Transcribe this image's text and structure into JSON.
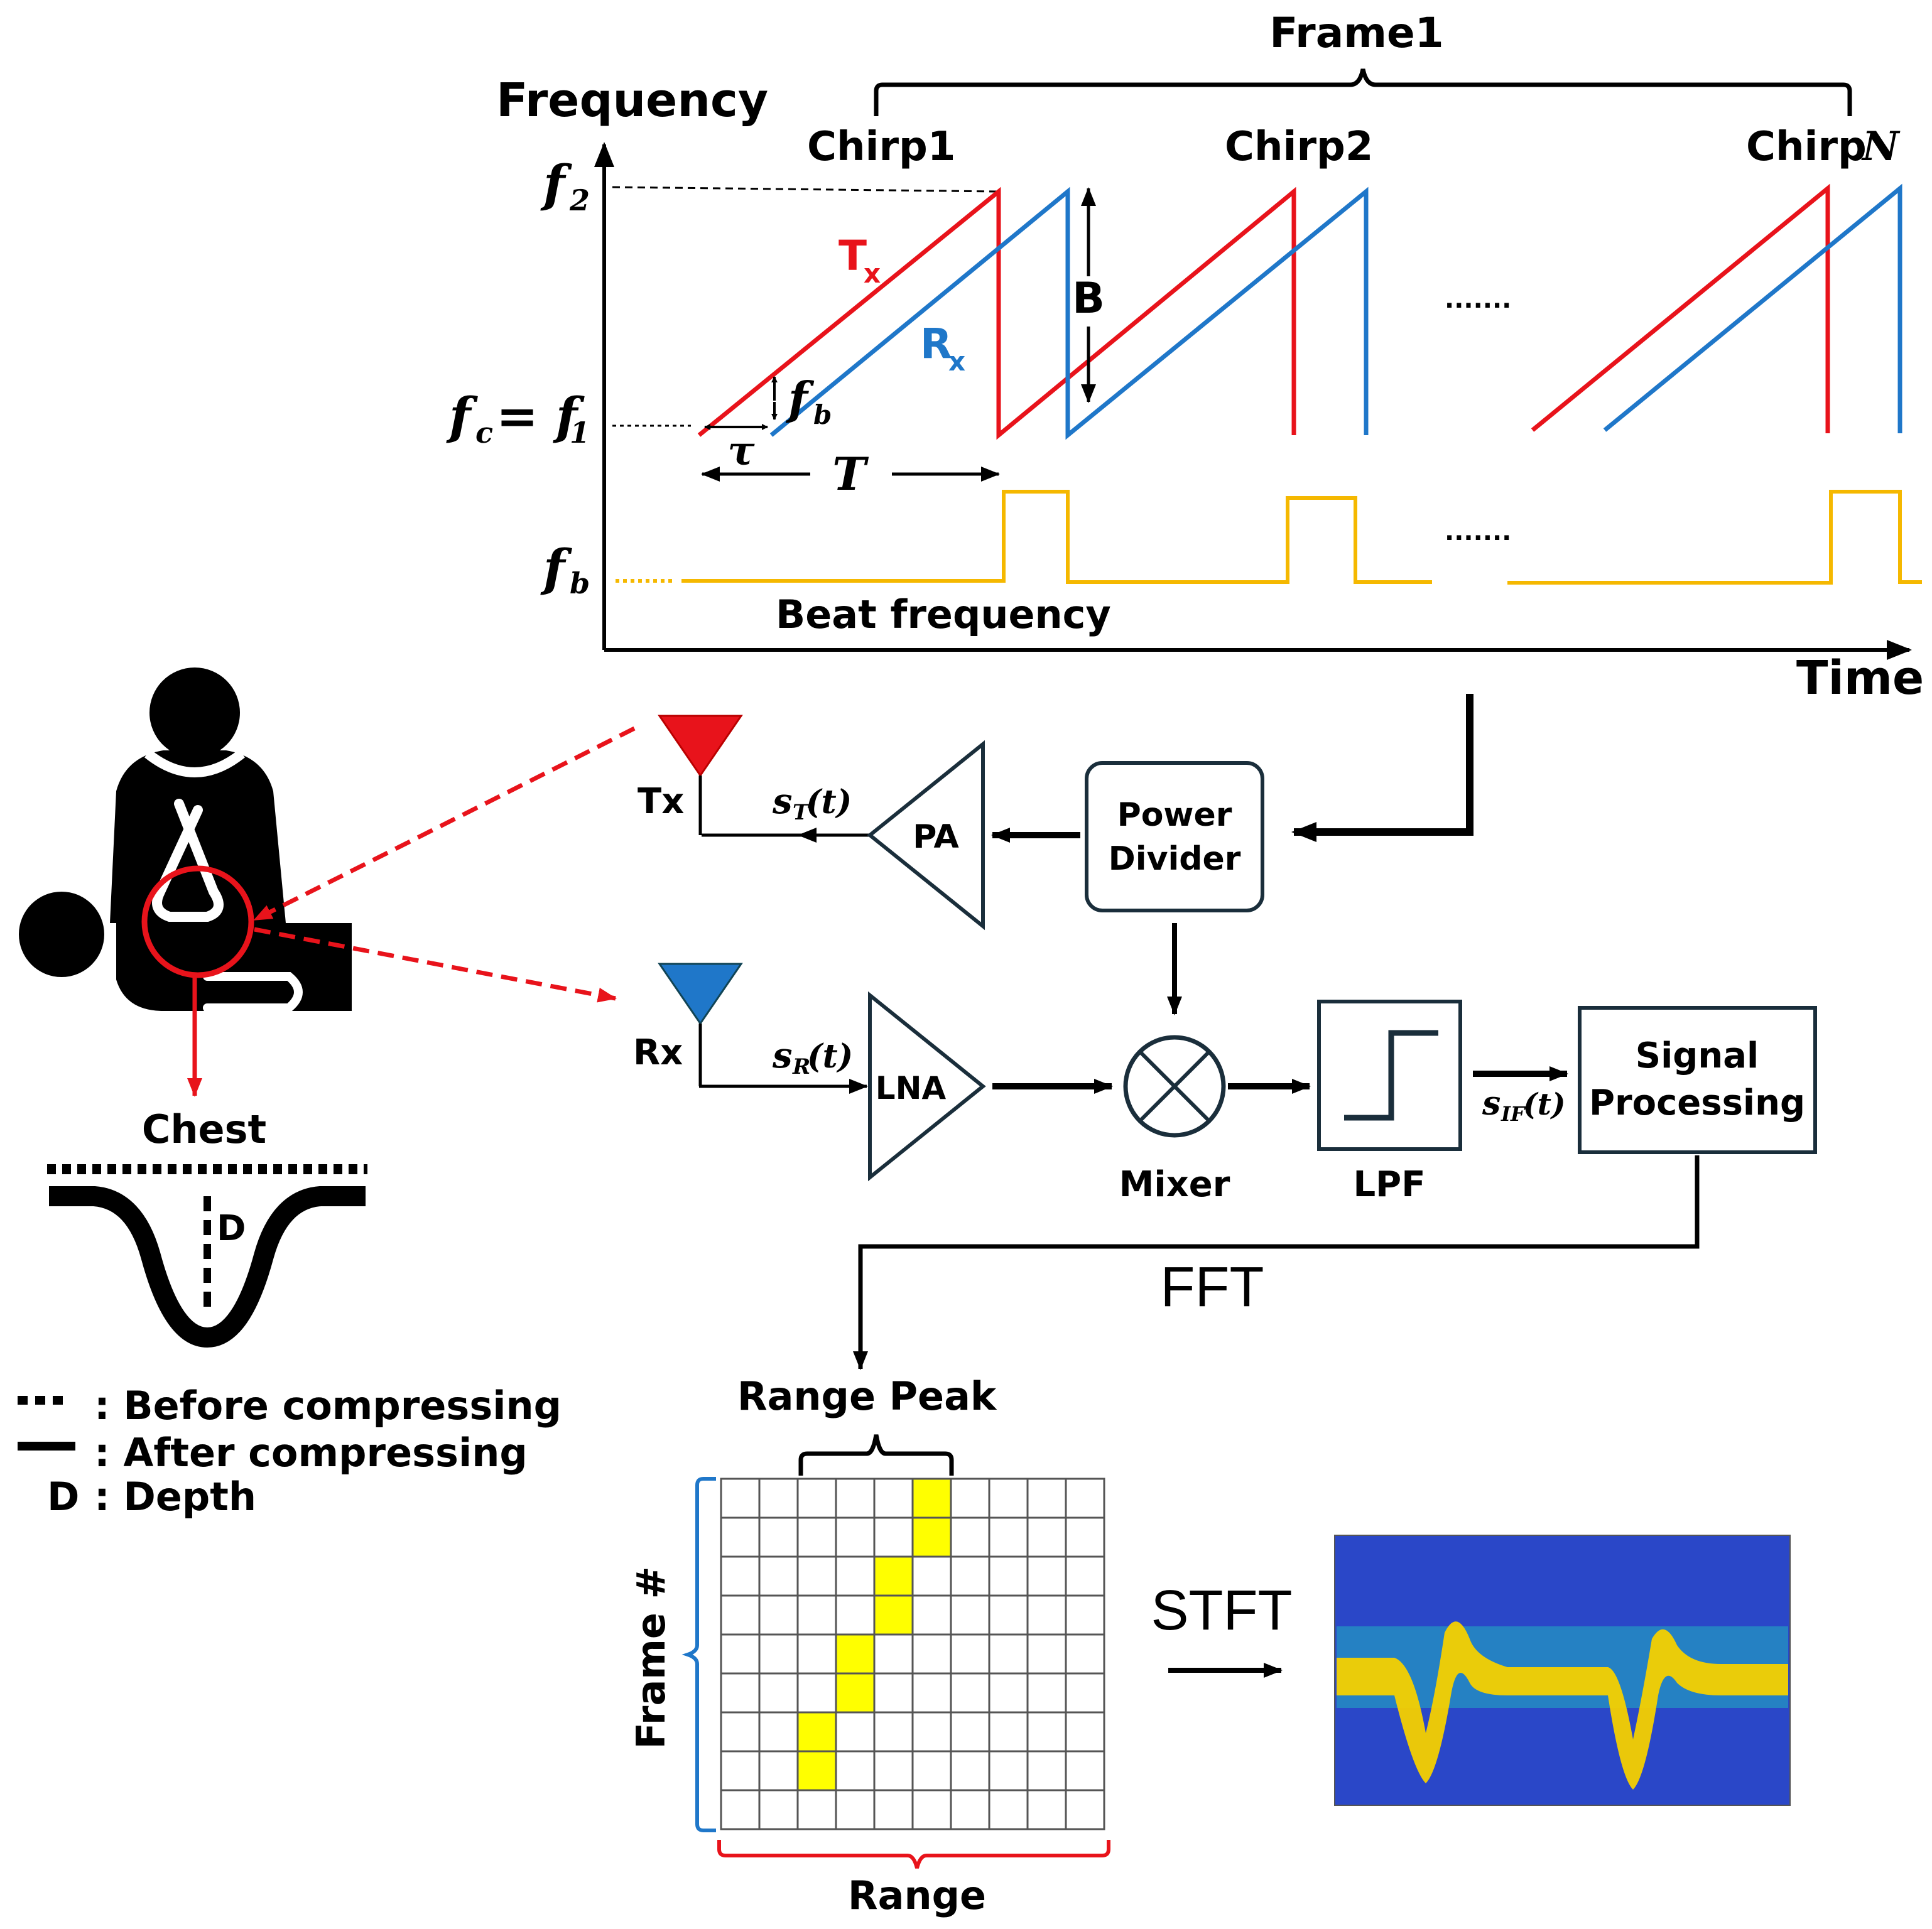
{
  "chirp_diagram": {
    "frame_label": "Frame1",
    "y_axis_label": "Frequency",
    "x_axis_label": "Time",
    "chirp_labels": [
      "Chirp1",
      "Chirp2",
      "Chirp"
    ],
    "chirp_n_symbol": "N",
    "f2_label": "f",
    "f2_sub": "2",
    "fc_label": "f",
    "fc_sub": "c",
    "fc_eq": " = f",
    "fc_eq_sub": "1",
    "fb_label": "f",
    "fb_sub": "b",
    "tx_label": "T",
    "tx_sub": "x",
    "rx_label": "R",
    "rx_sub": "x",
    "bandwidth_label": "B",
    "tau_label": "τ",
    "period_label": "T",
    "fb_mark_label": "f",
    "fb_mark_sub": "b",
    "beat_frequency_label": "Beat frequency",
    "ellipsis": ".......",
    "colors": {
      "tx": "#e8131b",
      "rx": "#1f77c9",
      "beat": "#f5b800"
    }
  },
  "block_diagram": {
    "tx_antenna_label": "Tx",
    "rx_antenna_label": "Rx",
    "st_label": "s",
    "st_sub": "T",
    "st_arg": "(t)",
    "sr_label": "s",
    "sr_sub": "R",
    "sr_arg": "(t)",
    "sif_label": "s",
    "sif_sub": "IF",
    "sif_arg": "(t)",
    "pa_label": "PA",
    "lna_label": "LNA",
    "power_divider_line1": "Power",
    "power_divider_line2": "Divider",
    "mixer_label": "Mixer",
    "lpf_label": "LPF",
    "signal_processing_line1": "Signal",
    "signal_processing_line2": "Processing",
    "fft_label": "FFT",
    "stft_label": "STFT",
    "colors": {
      "box_stroke": "#1a2e3b",
      "tx_antenna": "#e8131b",
      "rx_antenna": "#1f77c9"
    }
  },
  "cpr": {
    "chest_label": "Chest",
    "depth_mark": "D",
    "legend": [
      {
        "symbol": "dotted-line",
        "text": ": Before compressing"
      },
      {
        "symbol": "solid-line",
        "text": ": After compressing"
      },
      {
        "symbol": "D",
        "text": ": Depth"
      }
    ],
    "colors": {
      "highlight": "#e8131b"
    }
  },
  "range_grid": {
    "title": "Range Peak",
    "x_label": "Range",
    "y_label": "Frame #",
    "rows": 9,
    "cols": 10,
    "peak_cells": [
      [
        0,
        5
      ],
      [
        1,
        5
      ],
      [
        2,
        4
      ],
      [
        3,
        4
      ],
      [
        4,
        3
      ],
      [
        5,
        3
      ],
      [
        6,
        2
      ],
      [
        7,
        2
      ]
    ],
    "colors": {
      "peak": "#ffff00",
      "range_brace": "#e8131b",
      "frame_brace": "#1f77c9"
    }
  },
  "spectrogram": {
    "colors": {
      "background": "#2a47c8",
      "band": "#f4d000",
      "halo": "#20b0c0"
    }
  }
}
